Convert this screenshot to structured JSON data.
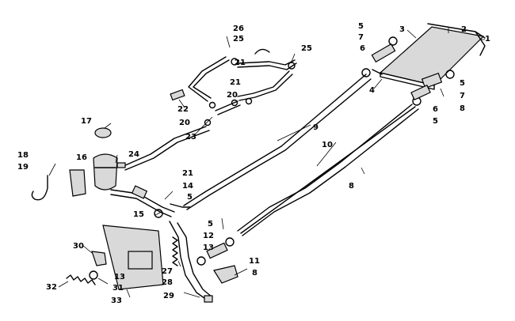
{
  "diagram": {
    "callouts": [
      "1",
      "2",
      "3",
      "4",
      "5",
      "5",
      "5",
      "5",
      "5",
      "6",
      "6",
      "7",
      "7",
      "8",
      "8",
      "8",
      "9",
      "10",
      "11",
      "12",
      "13",
      "13",
      "14",
      "15",
      "16",
      "17",
      "18",
      "19",
      "20",
      "20",
      "21",
      "21",
      "21",
      "22",
      "23",
      "24",
      "25",
      "25",
      "26",
      "27",
      "28",
      "29",
      "30",
      "31",
      "32",
      "33"
    ]
  }
}
